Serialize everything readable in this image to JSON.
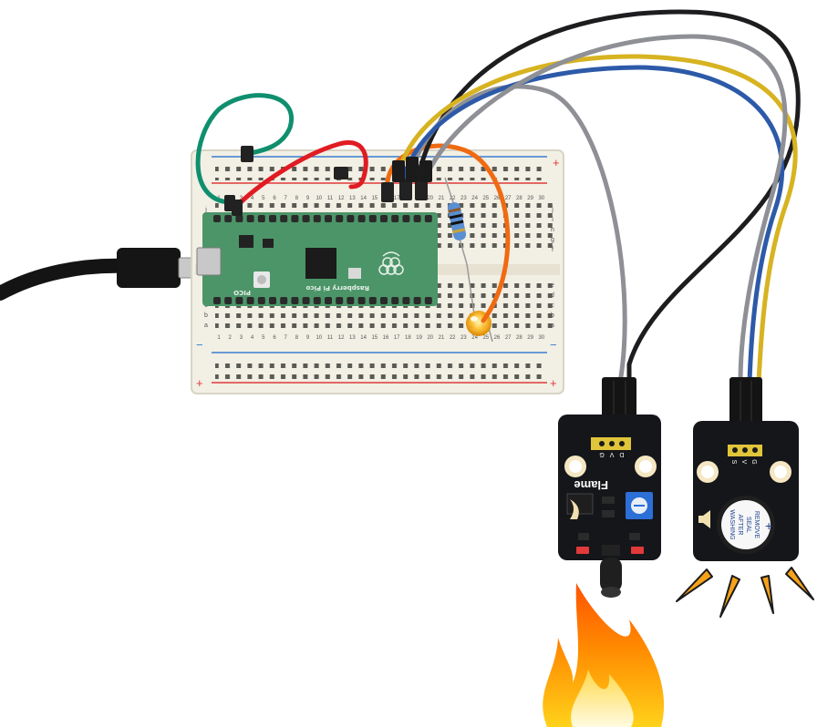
{
  "breadboard": {
    "numbers": [
      "1",
      "2",
      "3",
      "4",
      "5",
      "6",
      "7",
      "8",
      "9",
      "10",
      "11",
      "12",
      "13",
      "14",
      "15",
      "16",
      "17",
      "18",
      "19",
      "20",
      "21",
      "22",
      "23",
      "24",
      "25",
      "26",
      "27",
      "28",
      "29",
      "30"
    ],
    "top_letters": [
      "j",
      "i",
      "h",
      "g",
      "f"
    ],
    "bottom_letters": [
      "e",
      "d",
      "c",
      "b",
      "a"
    ],
    "plus_sign": "+",
    "minus_sign": "−"
  },
  "pico": {
    "brand": "Raspberry Pi Pico",
    "board_code": "PICO"
  },
  "flame_module": {
    "title": "Flame",
    "pins": [
      "G",
      "V",
      "D"
    ]
  },
  "buzzer_module": {
    "title": "BUZZER",
    "pins": [
      "G",
      "V",
      "S"
    ],
    "sticker_lines": [
      "REMOVE",
      "SEAL",
      "AFTER",
      "WASHING"
    ],
    "sticker_symbol": "+"
  },
  "colors": {
    "wire_green": "#0f8f6e",
    "wire_red": "#e01b22",
    "wire_orange": "#f06a12",
    "wire_yellow": "#d7b321",
    "wire_blue": "#2d5aa8",
    "wire_black": "#1d1d1f",
    "wire_grey": "#8e9096",
    "pico_green": "#4c9568",
    "module_black": "#15161a",
    "breadboard": "#f2efe4"
  },
  "icons": [
    "usb-cable-icon",
    "resistor-icon",
    "led-icon",
    "flame-icon",
    "sound-waves-icon",
    "raspberry-logo-icon",
    "potentiometer-icon"
  ]
}
